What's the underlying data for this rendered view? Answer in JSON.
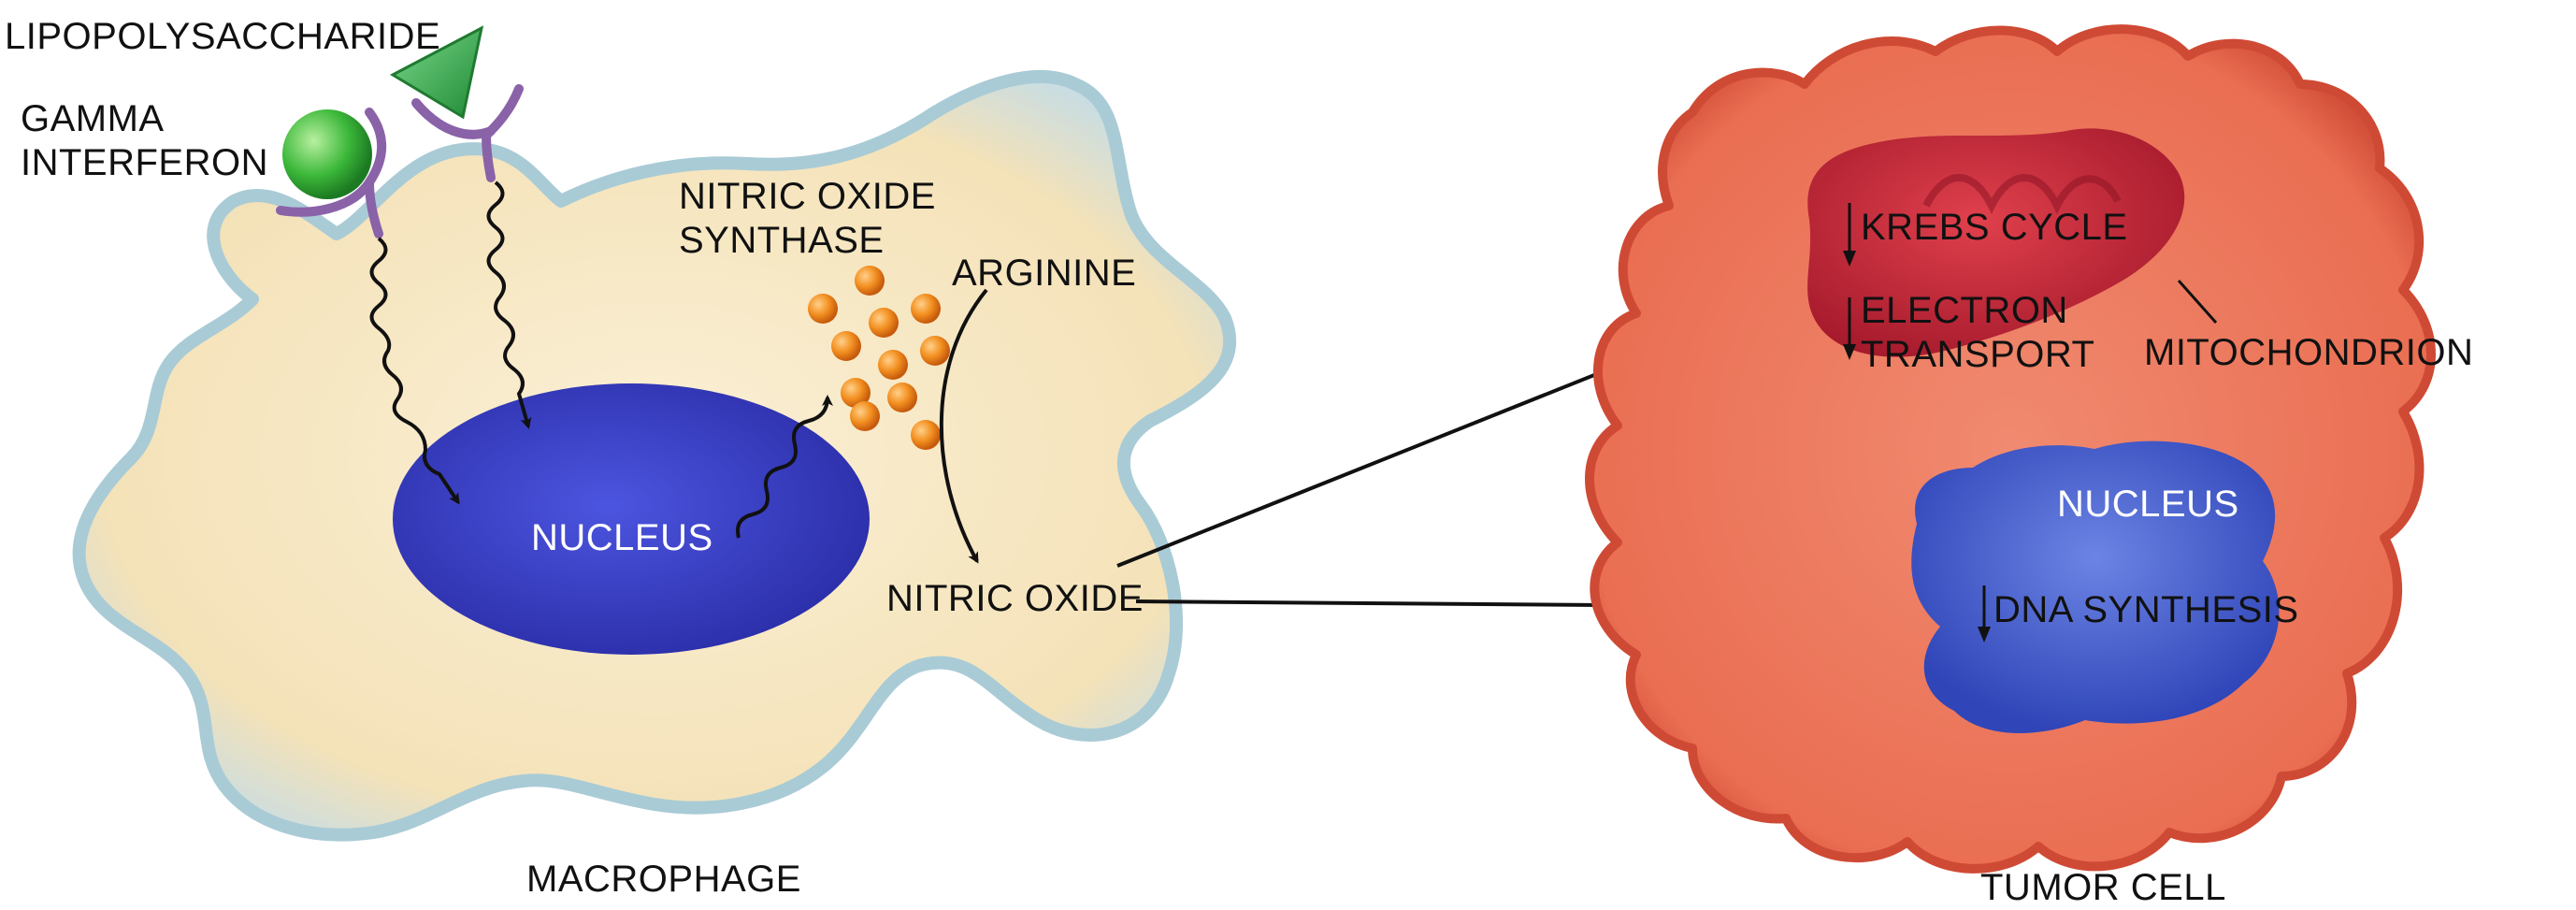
{
  "labels": {
    "lipopolysaccharide": "LIPOPOLYSACCHARIDE",
    "gamma": "GAMMA",
    "interferon": "INTERFERON",
    "nos_line1": "NITRIC OXIDE",
    "nos_line2": "SYNTHASE",
    "arginine": "ARGININE",
    "macrophage_nucleus": "NUCLEUS",
    "nitric_oxide": "NITRIC OXIDE",
    "macrophage": "MACROPHAGE",
    "krebs": "KREBS CYCLE",
    "electron": "ELECTRON",
    "transport": "TRANSPORT",
    "mitochondrion": "MITOCHONDRION",
    "tumor_nucleus": "NUCLEUS",
    "dna": "DNA SYNTHESIS",
    "tumor_cell": "TUMOR CELL"
  },
  "colors": {
    "macrophage_fill": "#f6e6c0",
    "macrophage_edge": "#a9cbd6",
    "macrophage_nucleus": "#3f46c8",
    "tumor_fill": "#ee7a5e",
    "tumor_edge": "#cf4a34",
    "mitochondrion": "#c8283a",
    "tumor_nucleus": "#4a6ad0",
    "gamma_ball": "#35b033",
    "lps_triangle": "#2aa53f",
    "receptor": "#8a62a8",
    "synthase_dots": "#f08a1e"
  },
  "icons": {
    "receptors": "y-shaped-receptor-icon",
    "gamma": "sphere-icon",
    "lps": "triangle-icon",
    "decrease": "down-arrow-icon"
  }
}
